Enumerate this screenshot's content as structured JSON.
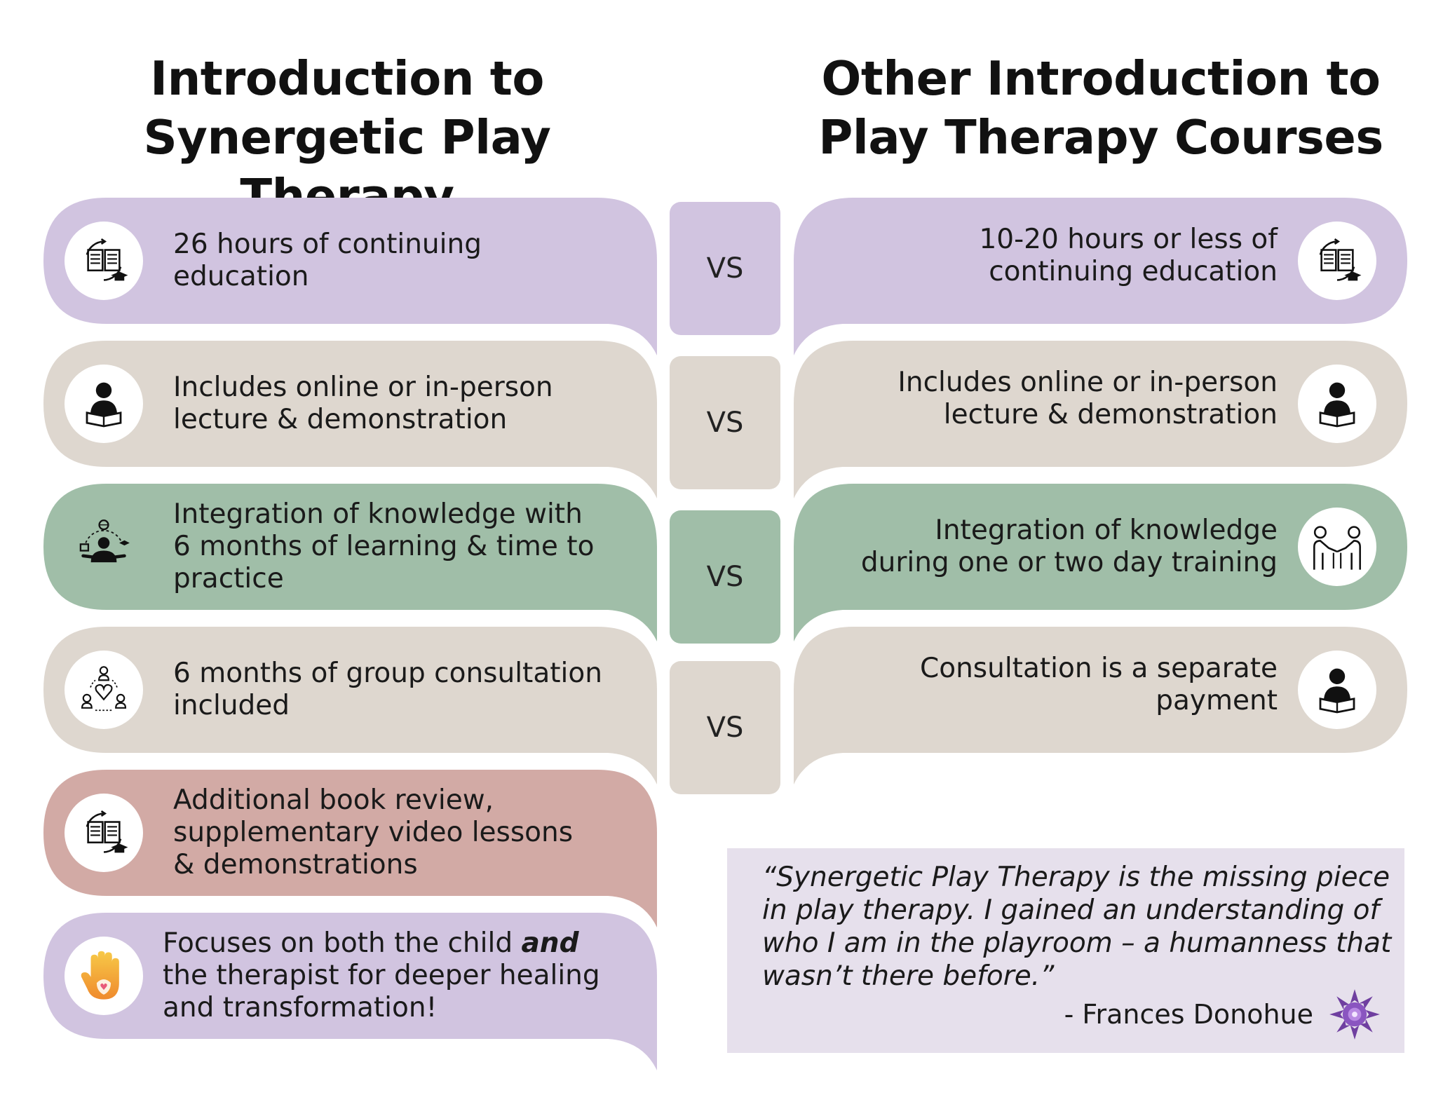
{
  "left_heading": {
    "line1": "Introduction to",
    "line2": "Synergetic Play Therapy"
  },
  "right_heading": {
    "line1": "Other Introduction to",
    "line2": "Play Therapy Courses"
  },
  "vs_label": "VS",
  "colors": {
    "lavender": "#d1c4e0",
    "beige": "#ded7cf",
    "green": "#a0bea8",
    "rose": "#d2aaa5",
    "quote_bg": "#e6e0ec"
  },
  "left_items": [
    {
      "lines": [
        "26 hours of continuing",
        "education"
      ],
      "icon": "education-book-icon"
    },
    {
      "lines": [
        "Includes online or in-person",
        "lecture & demonstration"
      ],
      "icon": "reader-icon"
    },
    {
      "lines": [
        "Integration of knowledge with",
        "6 months of learning & time to",
        "practice"
      ],
      "icon": "learner-icon"
    },
    {
      "lines": [
        "6 months of group consultation",
        "included"
      ],
      "icon": "group-heart-icon"
    },
    {
      "lines": [
        "Additional book review,",
        "supplementary video lessons",
        "& demonstrations"
      ],
      "icon": "education-book-icon"
    },
    {
      "lines_parts": {
        "pre": "Focuses on both the child ",
        "em": "and",
        "line2": "the therapist for deeper healing",
        "line3": "and transformation!"
      },
      "icon": "hand-heart-icon"
    }
  ],
  "right_items": [
    {
      "lines": [
        "10-20 hours or less of",
        "continuing education"
      ],
      "icon": "education-book-icon"
    },
    {
      "lines": [
        "Includes online or in-person",
        "lecture & demonstration"
      ],
      "icon": "reader-icon"
    },
    {
      "lines": [
        "Integration of knowledge",
        "during one or two day training"
      ],
      "icon": "handshake-icon"
    },
    {
      "lines": [
        "Consultation is a separate",
        "payment"
      ],
      "icon": "reader-icon"
    }
  ],
  "quote": {
    "lines": [
      "“Synergetic Play Therapy is the missing piece",
      "in play therapy. I gained an understanding of",
      "who I am in the playroom – a humanness that",
      "wasn’t there before.”"
    ],
    "author": "- Frances Donohue"
  }
}
